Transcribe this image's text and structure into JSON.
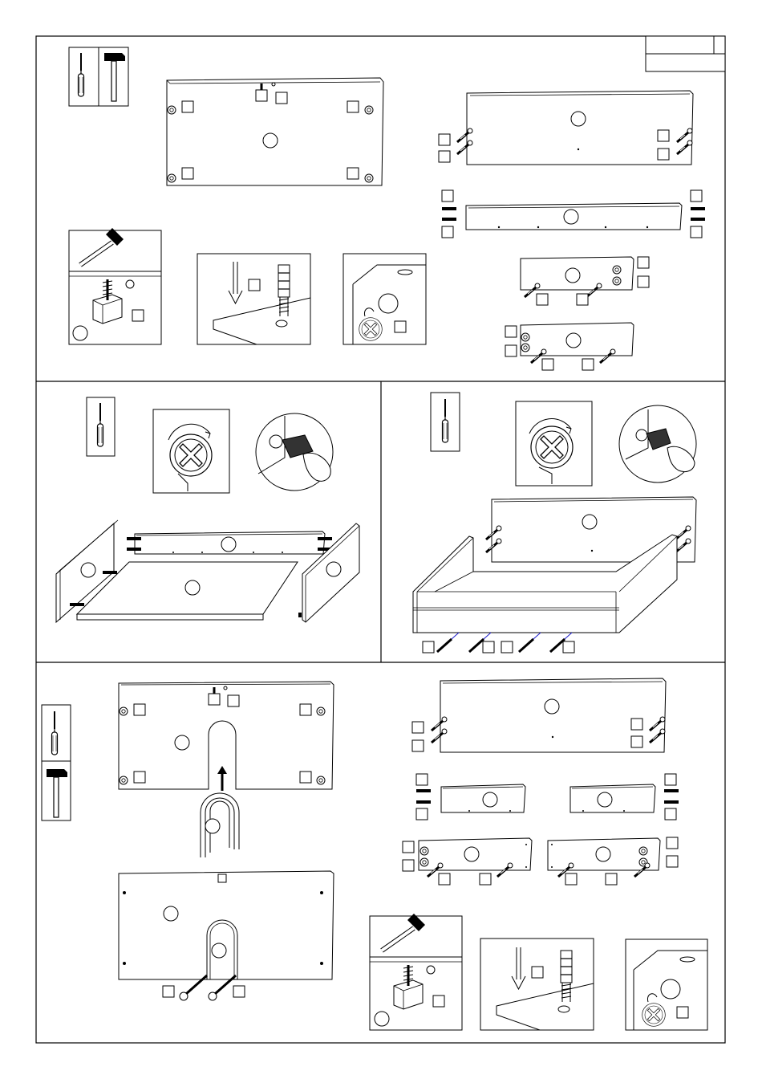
{
  "document": {
    "type": "assembly-instructions",
    "header_box": {
      "page_label": ""
    },
    "sections": [
      {
        "id": "step-1",
        "tools": [
          "screwdriver-icon",
          "hammer-icon"
        ]
      },
      {
        "id": "step-2",
        "tools": [
          "screwdriver-icon"
        ]
      },
      {
        "id": "step-3",
        "tools": [
          "screwdriver-icon"
        ]
      },
      {
        "id": "step-4",
        "tools": [
          "screwdriver-icon",
          "hammer-icon"
        ]
      }
    ]
  },
  "colors": {
    "line": "#000000",
    "paper": "#ffffff",
    "screw_accent": "#1a1acc"
  }
}
